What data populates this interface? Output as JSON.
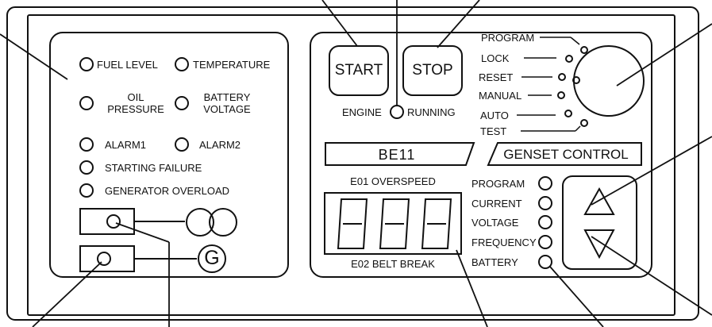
{
  "left_panel": {
    "indicators": {
      "fuel_level": "FUEL LEVEL",
      "temperature": "TEMPERATURE",
      "oil_pressure_line1": "OIL",
      "oil_pressure_line2": "PRESSURE",
      "battery_voltage_line1": "BATTERY",
      "battery_voltage_line2": "VOLTAGE",
      "alarm1": "ALARM1",
      "alarm2": "ALARM2",
      "starting_failure": "STARTING FAILURE",
      "generator_overload": "GENERATOR OVERLOAD"
    },
    "generator_symbol": "G"
  },
  "engine_controls": {
    "start_label": "START",
    "stop_label": "STOP",
    "engine_label": "ENGINE",
    "running_label": "RUNNING"
  },
  "mode_selector": {
    "modes": [
      "PROGRAM",
      "LOCK",
      "RESET",
      "MANUAL",
      "AUTO",
      "TEST"
    ]
  },
  "model_label": "BE11",
  "genset_label": "GENSET CONTROL",
  "display": {
    "top_label": "E01 OVERSPEED",
    "bottom_label": "E02 BELT BREAK",
    "digits": [
      "-",
      "-",
      "-"
    ]
  },
  "status_leds": [
    "PROGRAM",
    "CURRENT",
    "VOLTAGE",
    "FREQUENCY",
    "BATTERY"
  ],
  "nav_buttons": {
    "up_icon": "triangle-up-icon",
    "down_icon": "triangle-down-icon"
  }
}
